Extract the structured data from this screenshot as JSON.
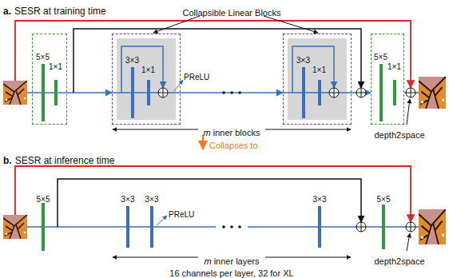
{
  "diagram": {
    "nodes": [
      {
        "text": [
          "5×5",
          "1×1"
        ]
      },
      {
        "text": [
          "3×3",
          "1×1"
        ]
      },
      {
        "text": [
          "3×3",
          "1×1"
        ]
      },
      {
        "text": [
          "5×5",
          "1×1"
        ]
      }
    ],
    "edges": [
      {
        "from": 0,
        "to": 1,
        "arrow": "to"
      },
      {
        "from": 1,
        "to": 2,
        "arrow": "to"
      },
      {
        "from": 2,
        "to": 3,
        "arrow": "to"
      }
    ],
    "labels": [
      "a.",
      "SESR at training time",
      "Collapsible Linear Blocks",
      "PReLU",
      "m",
      "inner blocks",
      "depth2space",
      "Collapses to",
      "b.",
      "SESR at inference time",
      "5×5",
      "3×3",
      "3×3",
      "PReLU",
      "3×3",
      "5×5",
      "m",
      "inner layers",
      "16 channels per layer, 32 for XL",
      "depth2space"
    ]
  }
}
